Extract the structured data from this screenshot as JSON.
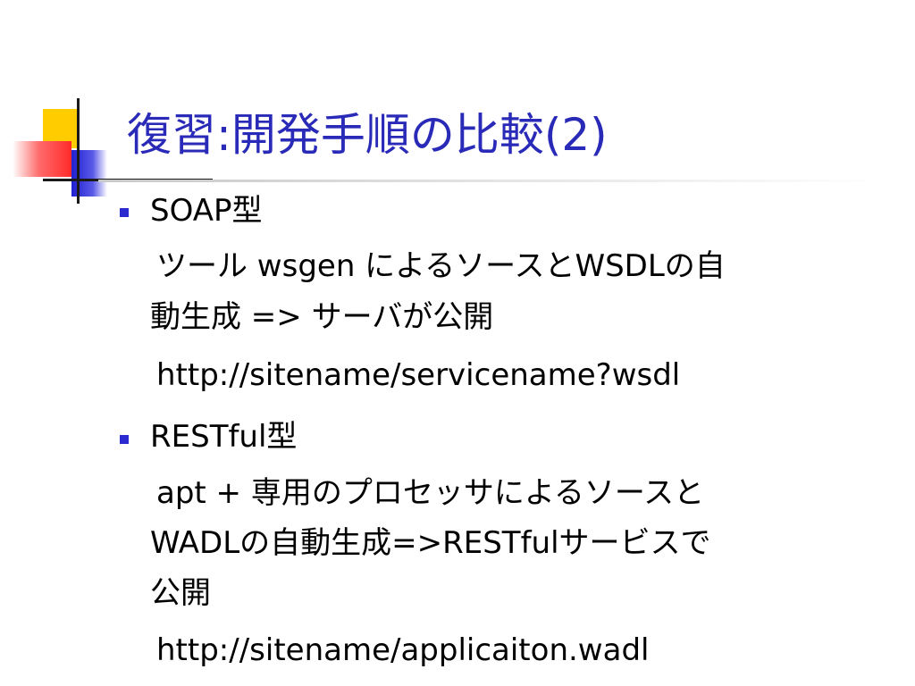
{
  "slide": {
    "title": "復習:開発手順の比較(2)",
    "items": [
      {
        "heading": "SOAP型",
        "lines": [
          "ツール wsgen によるソースとWSDLの自",
          "動生成 => サーバが公開",
          "http://sitename/servicename?wsdl"
        ]
      },
      {
        "heading": "RESTful型",
        "lines": [
          "apt + 専用のプロセッサによるソースと",
          "WADLの自動生成=>RESTfulサービスで",
          "公開",
          "http://sitename/applicaiton.wadl"
        ]
      }
    ]
  }
}
